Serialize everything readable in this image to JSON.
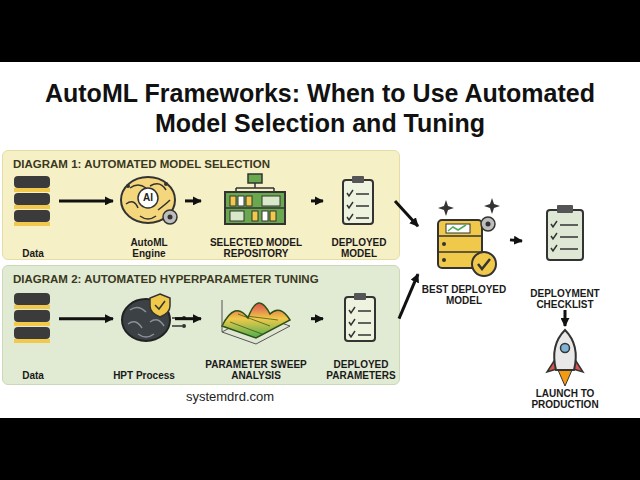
{
  "diagram": {
    "title": "AutoML Frameworks: When to Use Automated Model Selection and Tuning",
    "nodes": [
      {
        "text": [
          "DIAGRAM 1: AUTOMATED MODEL SELECTION"
        ]
      },
      {
        "text": [
          "Data"
        ],
        "in": 0
      },
      {
        "text": [
          "AutoML Engine"
        ],
        "in": 0
      },
      {
        "text": [
          "SELECTED MODEL REPOSITORY"
        ],
        "in": 0
      },
      {
        "text": [
          "DEPLOYED MODEL"
        ],
        "in": 0
      },
      {
        "text": [
          "DIAGRAM 2: AUTOMATED HYPERPARAMETER TUNING"
        ]
      },
      {
        "text": [
          "Data"
        ],
        "in": 5
      },
      {
        "text": [
          "HPT Process"
        ],
        "in": 5
      },
      {
        "text": [
          "PARAMETER SWEEP ANALYSIS"
        ],
        "in": 5
      },
      {
        "text": [
          "DEPLOYED PARAMETERS"
        ],
        "in": 5
      },
      {
        "text": [
          "BEST DEPLOYED MODEL"
        ]
      },
      {
        "text": [
          "DEPLOYMENT CHECKLIST"
        ]
      },
      {
        "text": [
          "LAUNCH TO PRODUCTION"
        ]
      }
    ],
    "edges": [
      {
        "from": 1,
        "to": 2,
        "arrow": "to"
      },
      {
        "from": 2,
        "to": 3,
        "arrow": "to"
      },
      {
        "from": 3,
        "to": 4,
        "arrow": "to"
      },
      {
        "from": 6,
        "to": 7,
        "arrow": "to"
      },
      {
        "from": 7,
        "to": 8,
        "arrow": "to"
      },
      {
        "from": 8,
        "to": 9,
        "arrow": "to"
      },
      {
        "from": 4,
        "to": 10,
        "arrow": "to"
      },
      {
        "from": 9,
        "to": 10,
        "arrow": "to"
      },
      {
        "from": 10,
        "to": 11,
        "arrow": "to"
      },
      {
        "from": 11,
        "to": 12,
        "arrow": "to"
      }
    ],
    "labels": [
      "AI",
      "systemdrd.com"
    ]
  }
}
